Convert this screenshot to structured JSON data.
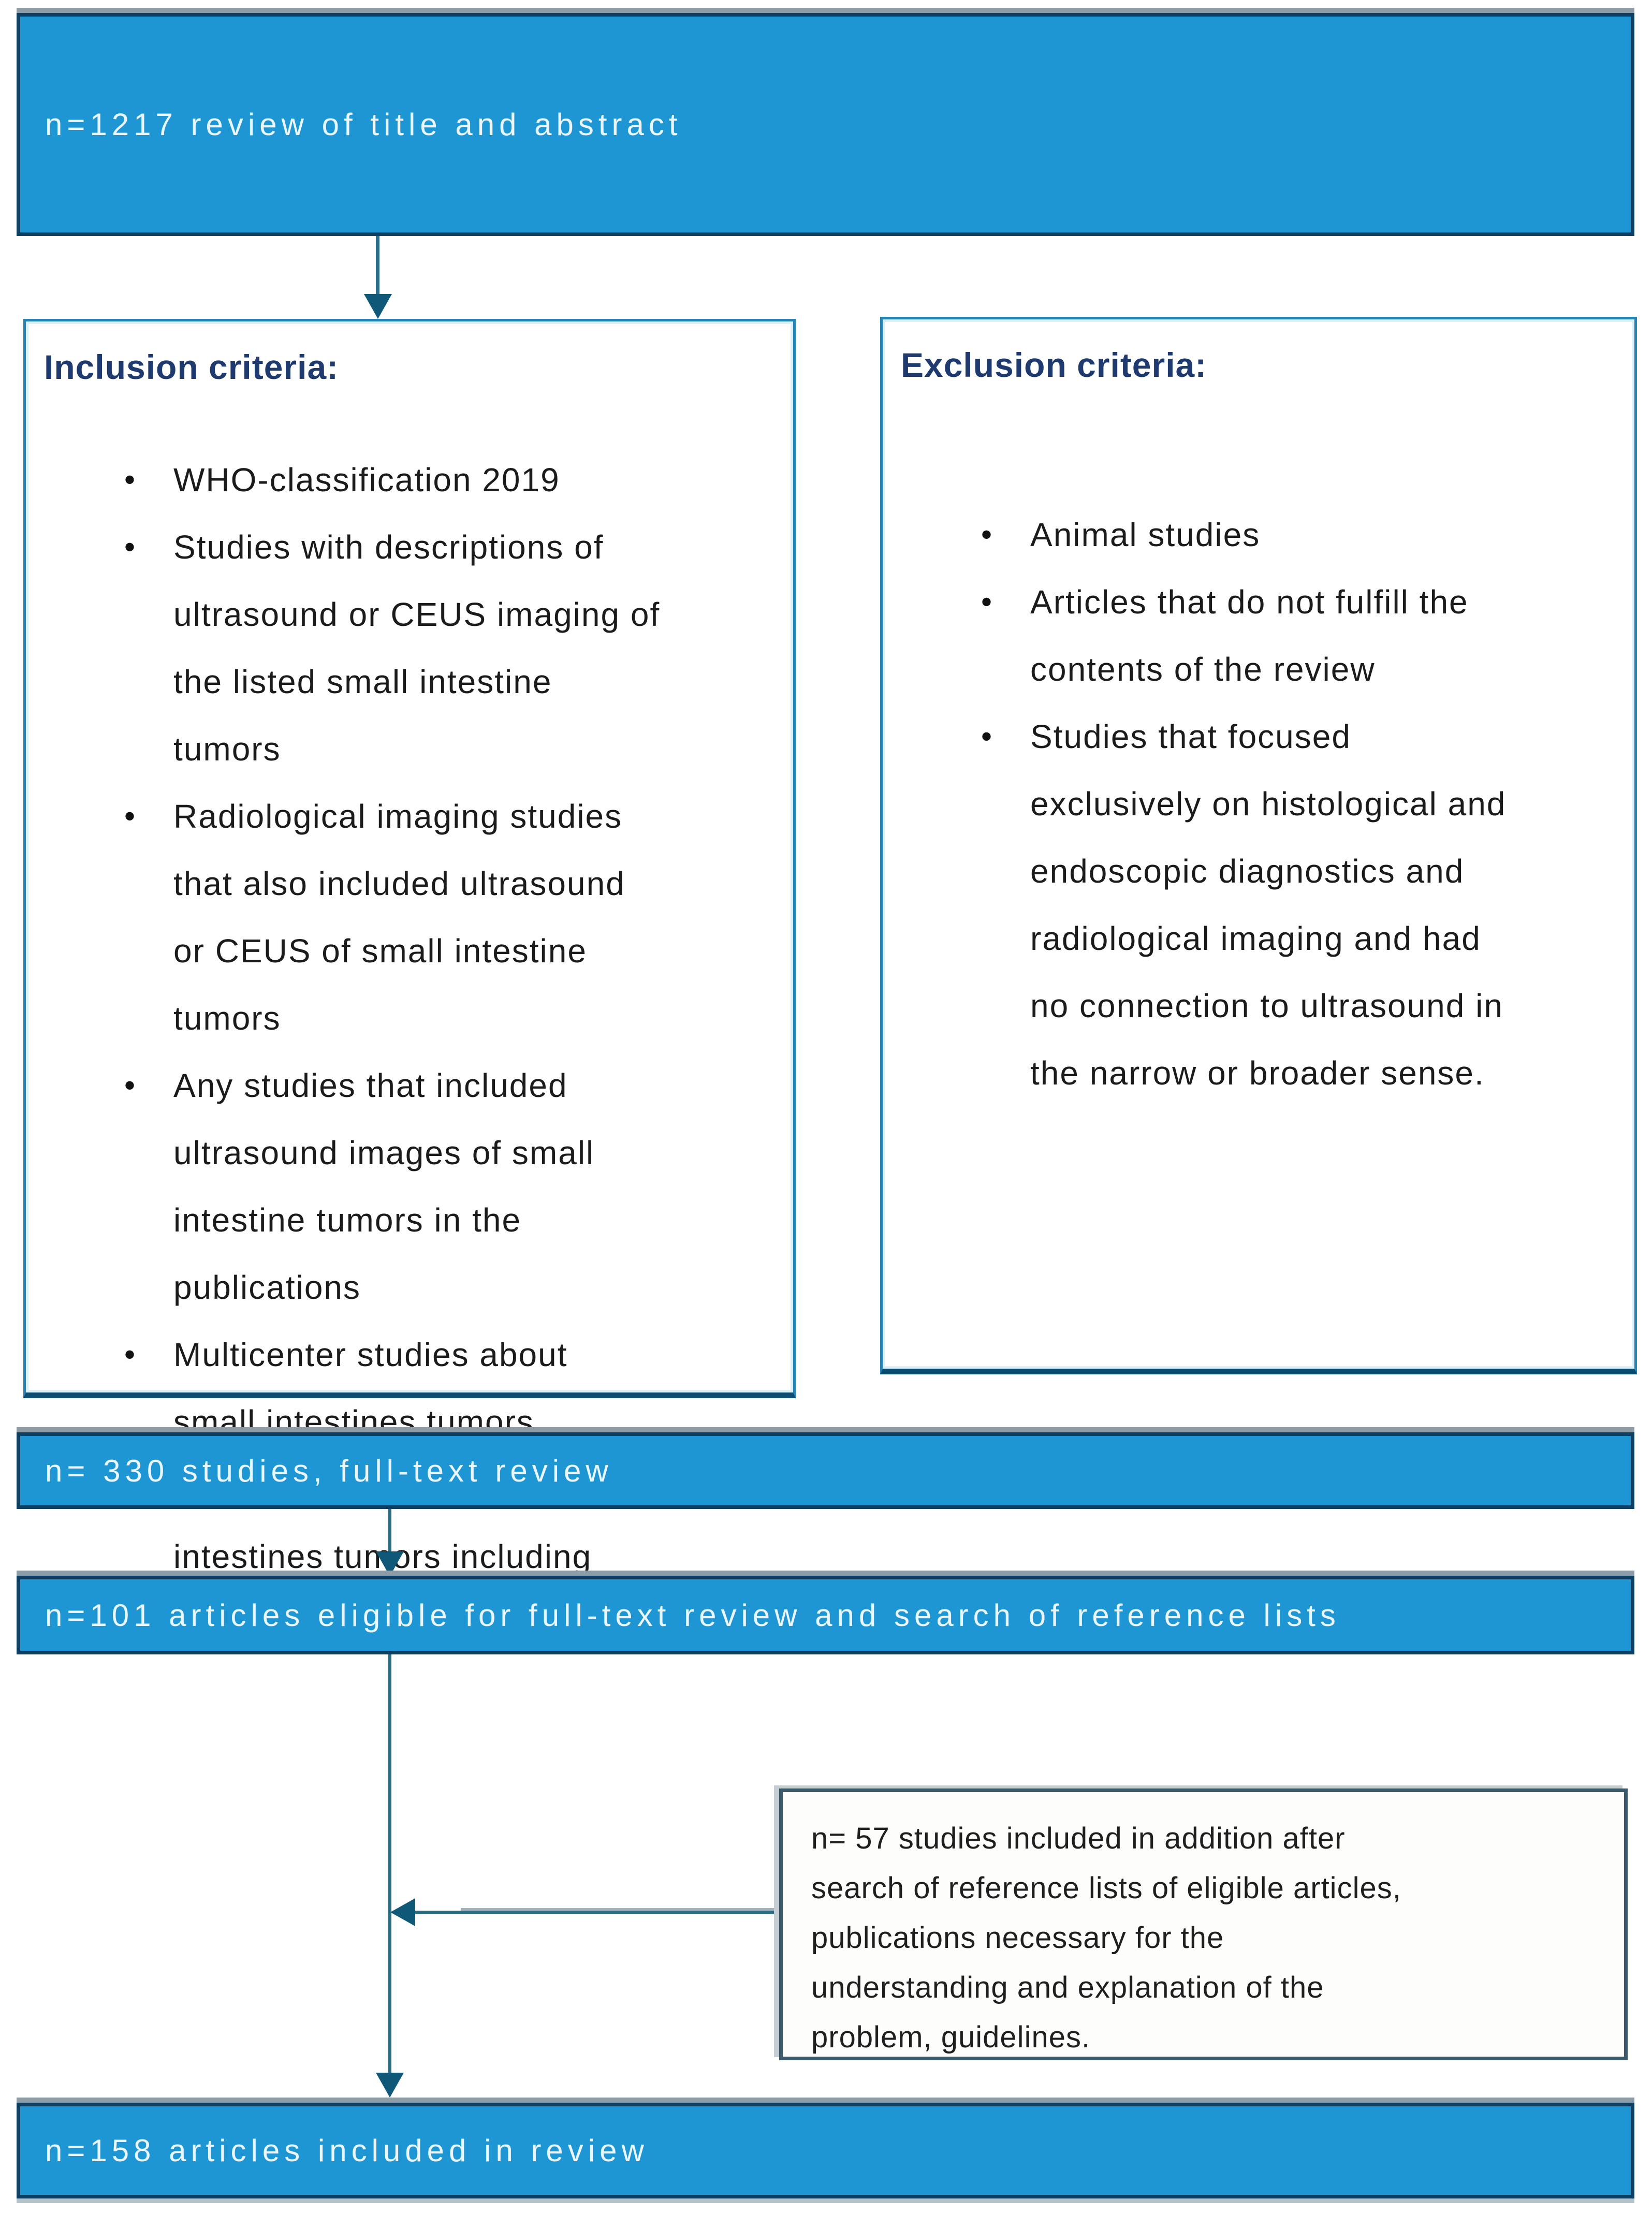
{
  "flow": {
    "review": {
      "label": "n=1217 review of title and abstract"
    },
    "inclusion": {
      "heading": "Inclusion criteria:",
      "items": [
        "WHO-classification 2019",
        "Studies with descriptions of\nultrasound or CEUS imaging of\nthe listed small intestine\ntumors",
        "Radiological imaging studies\nthat also included ultrasound\nor CEUS of small intestine\ntumors",
        "Any studies that included\nultrasound images of small\nintestine tumors in the\npublications",
        "Multicenter studies about\nsmall intestines tumors",
        "Case reports of small\nintestines tumors including\nultrasound or CEUS"
      ]
    },
    "exclusion": {
      "heading": "Exclusion criteria:",
      "items": [
        "Animal studies",
        "Articles that do not fulfill the\ncontents of the review",
        "Studies that focused\nexclusively on histological and\nendoscopic diagnostics and\nradiological imaging and had\nno connection to ultrasound in\nthe narrow or broader sense."
      ]
    },
    "fulltext": {
      "label": "n= 330 studies, full-text review"
    },
    "eligible": {
      "label": "n=101 articles eligible for full-text review and search of reference lists"
    },
    "additional": {
      "label": "n= 57 studies included in addition after\nsearch of reference lists of eligible articles,\npublications necessary for the\nunderstanding and explanation of the\nproblem, guidelines."
    },
    "included": {
      "label": "n=158 articles included in review"
    }
  },
  "colors": {
    "bar_fill": "#1F96D4",
    "bar_border": "#0D3F63",
    "bar_text": "#EAF6FD",
    "bar_top_shadow": "#8D9CA6",
    "criteria_border": "#2584B5",
    "criteria_border_bottom": "#0E4D72",
    "heading_text": "#1E3A6E",
    "body_text": "#1B1B1B",
    "note_border": "#3A5A6D",
    "arrow": "#135D80"
  }
}
